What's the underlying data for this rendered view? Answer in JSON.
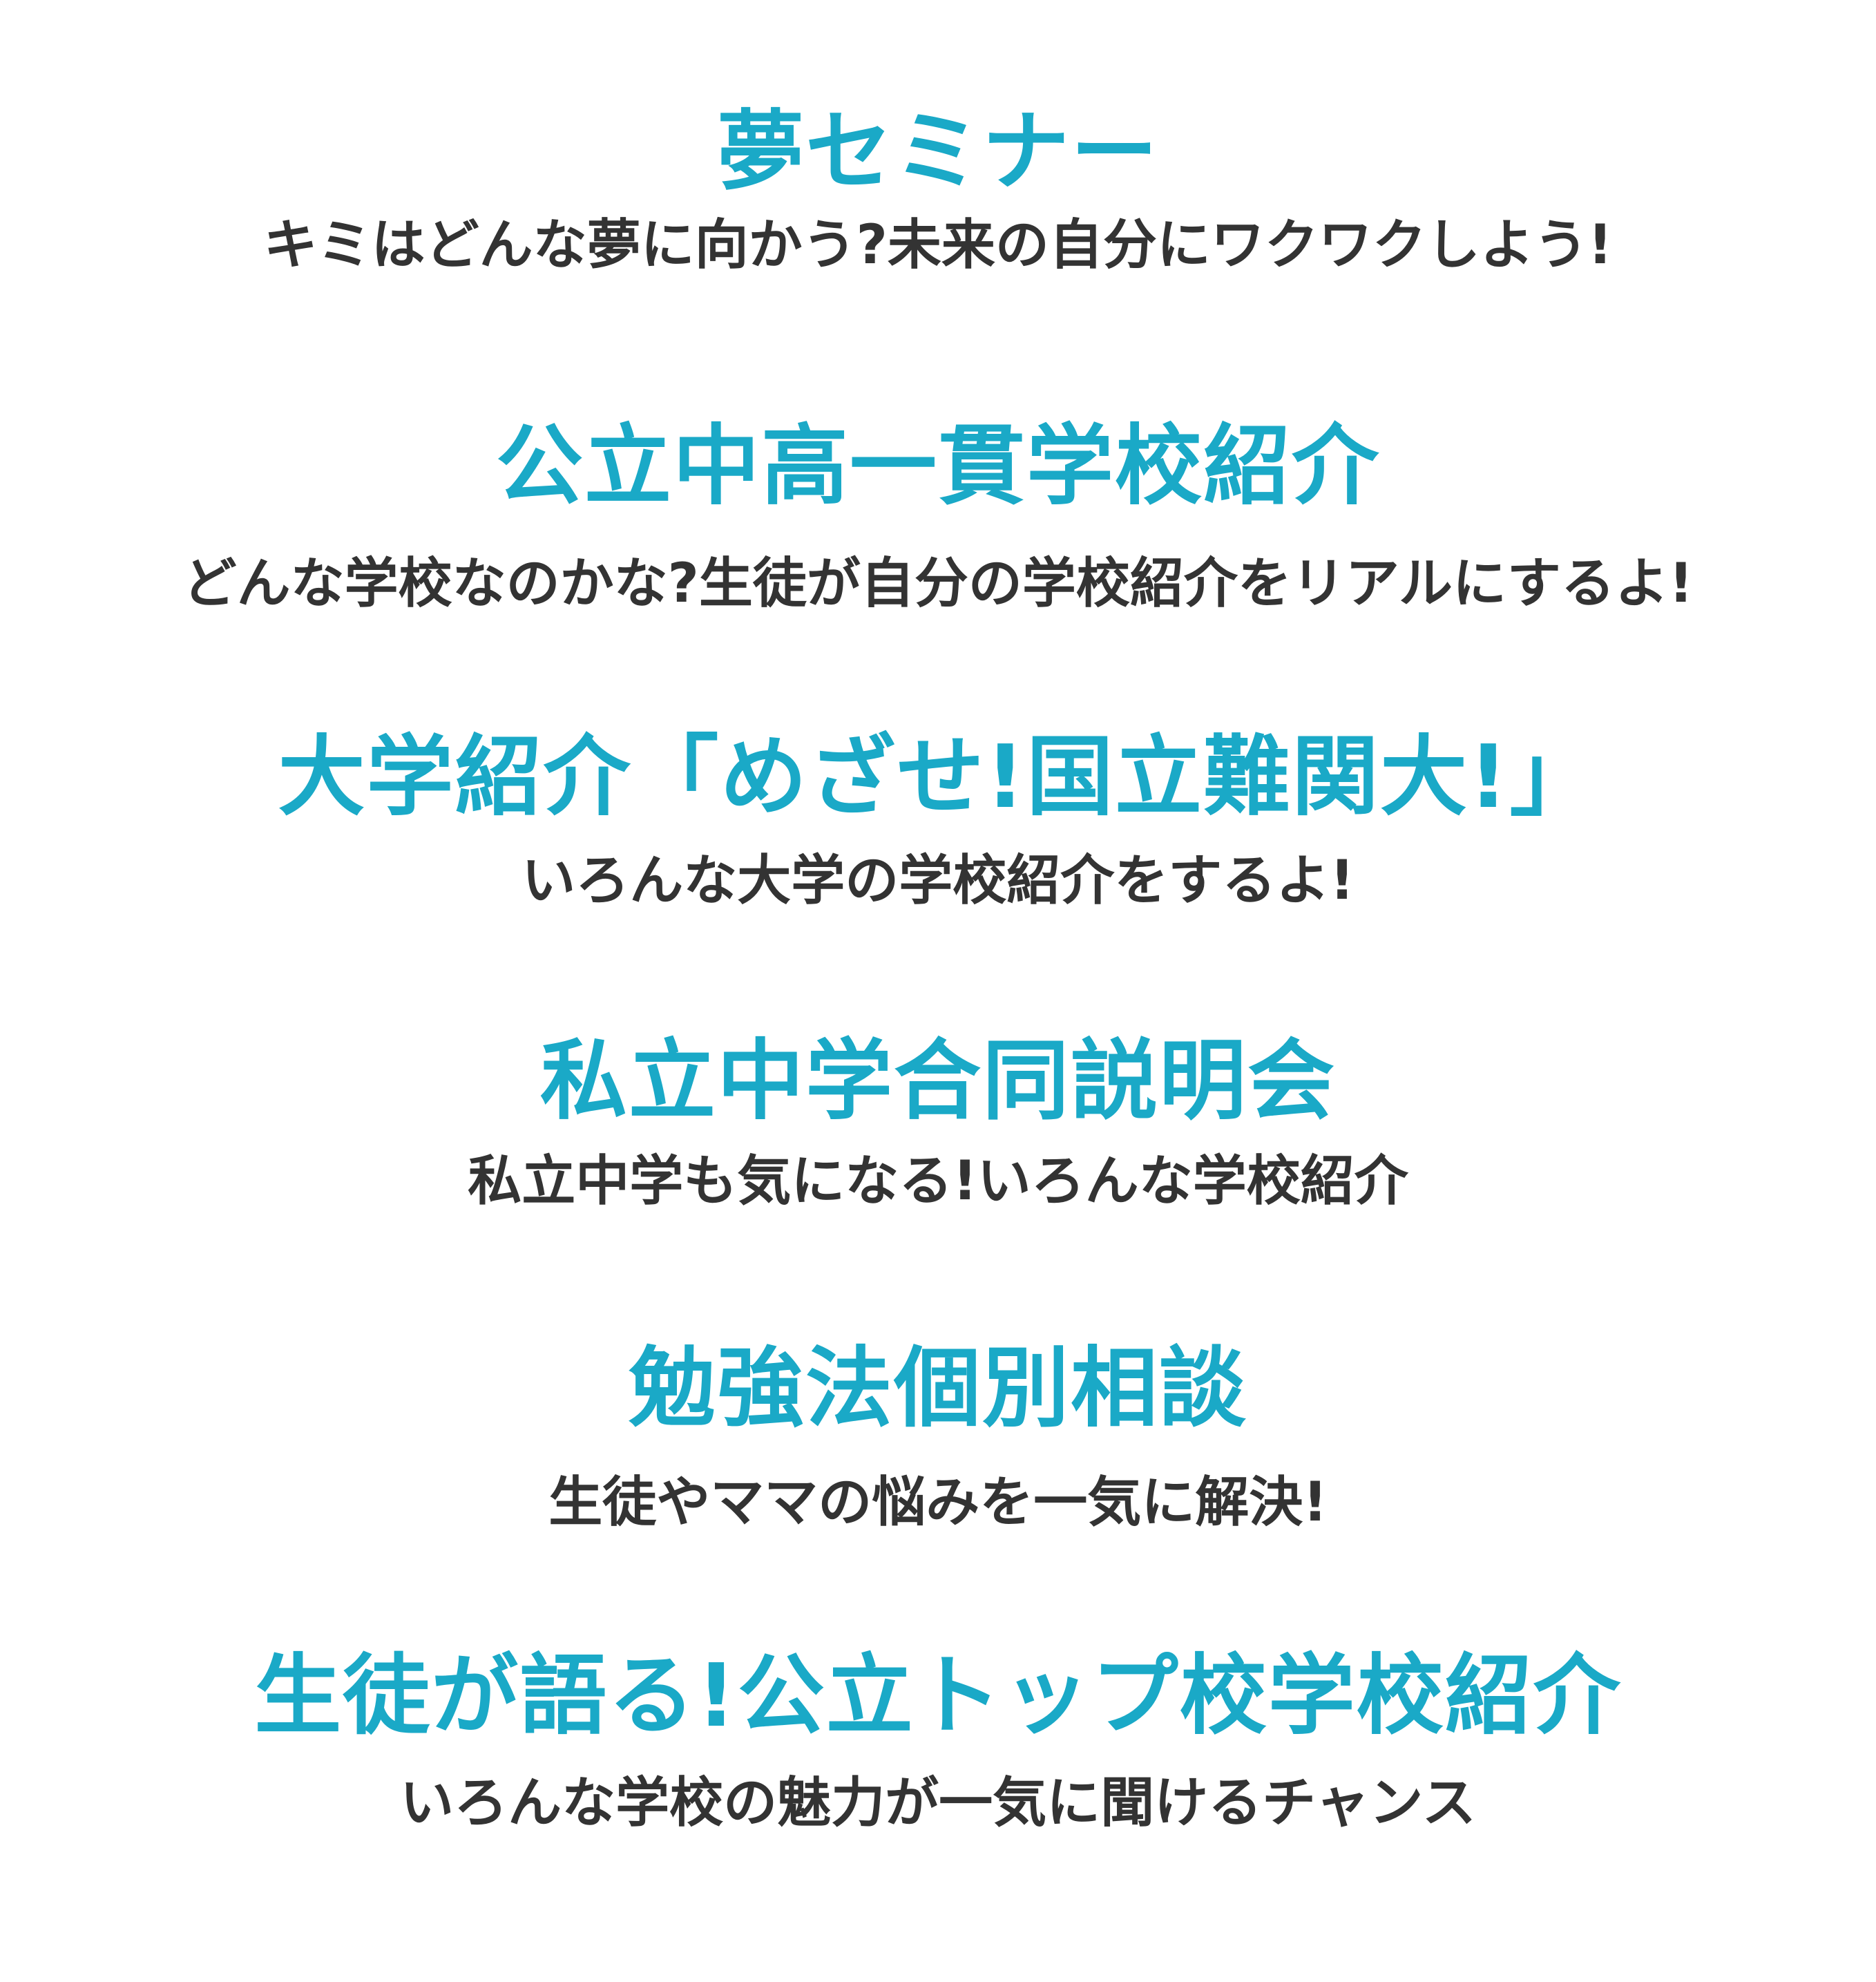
{
  "colors": {
    "title": "#1aa9c7",
    "subtitle": "#333333",
    "background": "#ffffff"
  },
  "sections": [
    {
      "title": "夢セミナー",
      "subtitle": "キミはどんな夢に向かう?未来の自分にワクワクしよう!"
    },
    {
      "title": "公立中高一貫学校紹介",
      "subtitle": "どんな学校なのかな?生徒が自分の学校紹介をリアルにするよ!"
    },
    {
      "title": "大学紹介「めざせ!国立難関大!」",
      "subtitle": "いろんな大学の学校紹介をするよ!"
    },
    {
      "title": "私立中学合同説明会",
      "subtitle": "私立中学も気になる!いろんな学校紹介"
    },
    {
      "title": "勉強法個別相談",
      "subtitle": "生徒やママの悩みを一気に解決!"
    },
    {
      "title": "生徒が語る!公立トップ校学校紹介",
      "subtitle": "いろんな学校の魅力が一気に聞けるチャンス"
    }
  ]
}
